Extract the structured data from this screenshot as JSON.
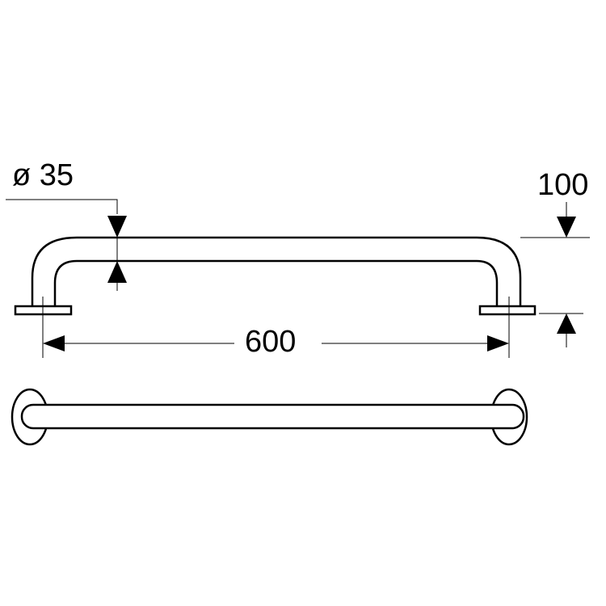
{
  "labels": {
    "diameter": "ø 35",
    "projection": "100",
    "length": "600"
  },
  "colors": {
    "line": "#000000",
    "background": "#ffffff"
  }
}
